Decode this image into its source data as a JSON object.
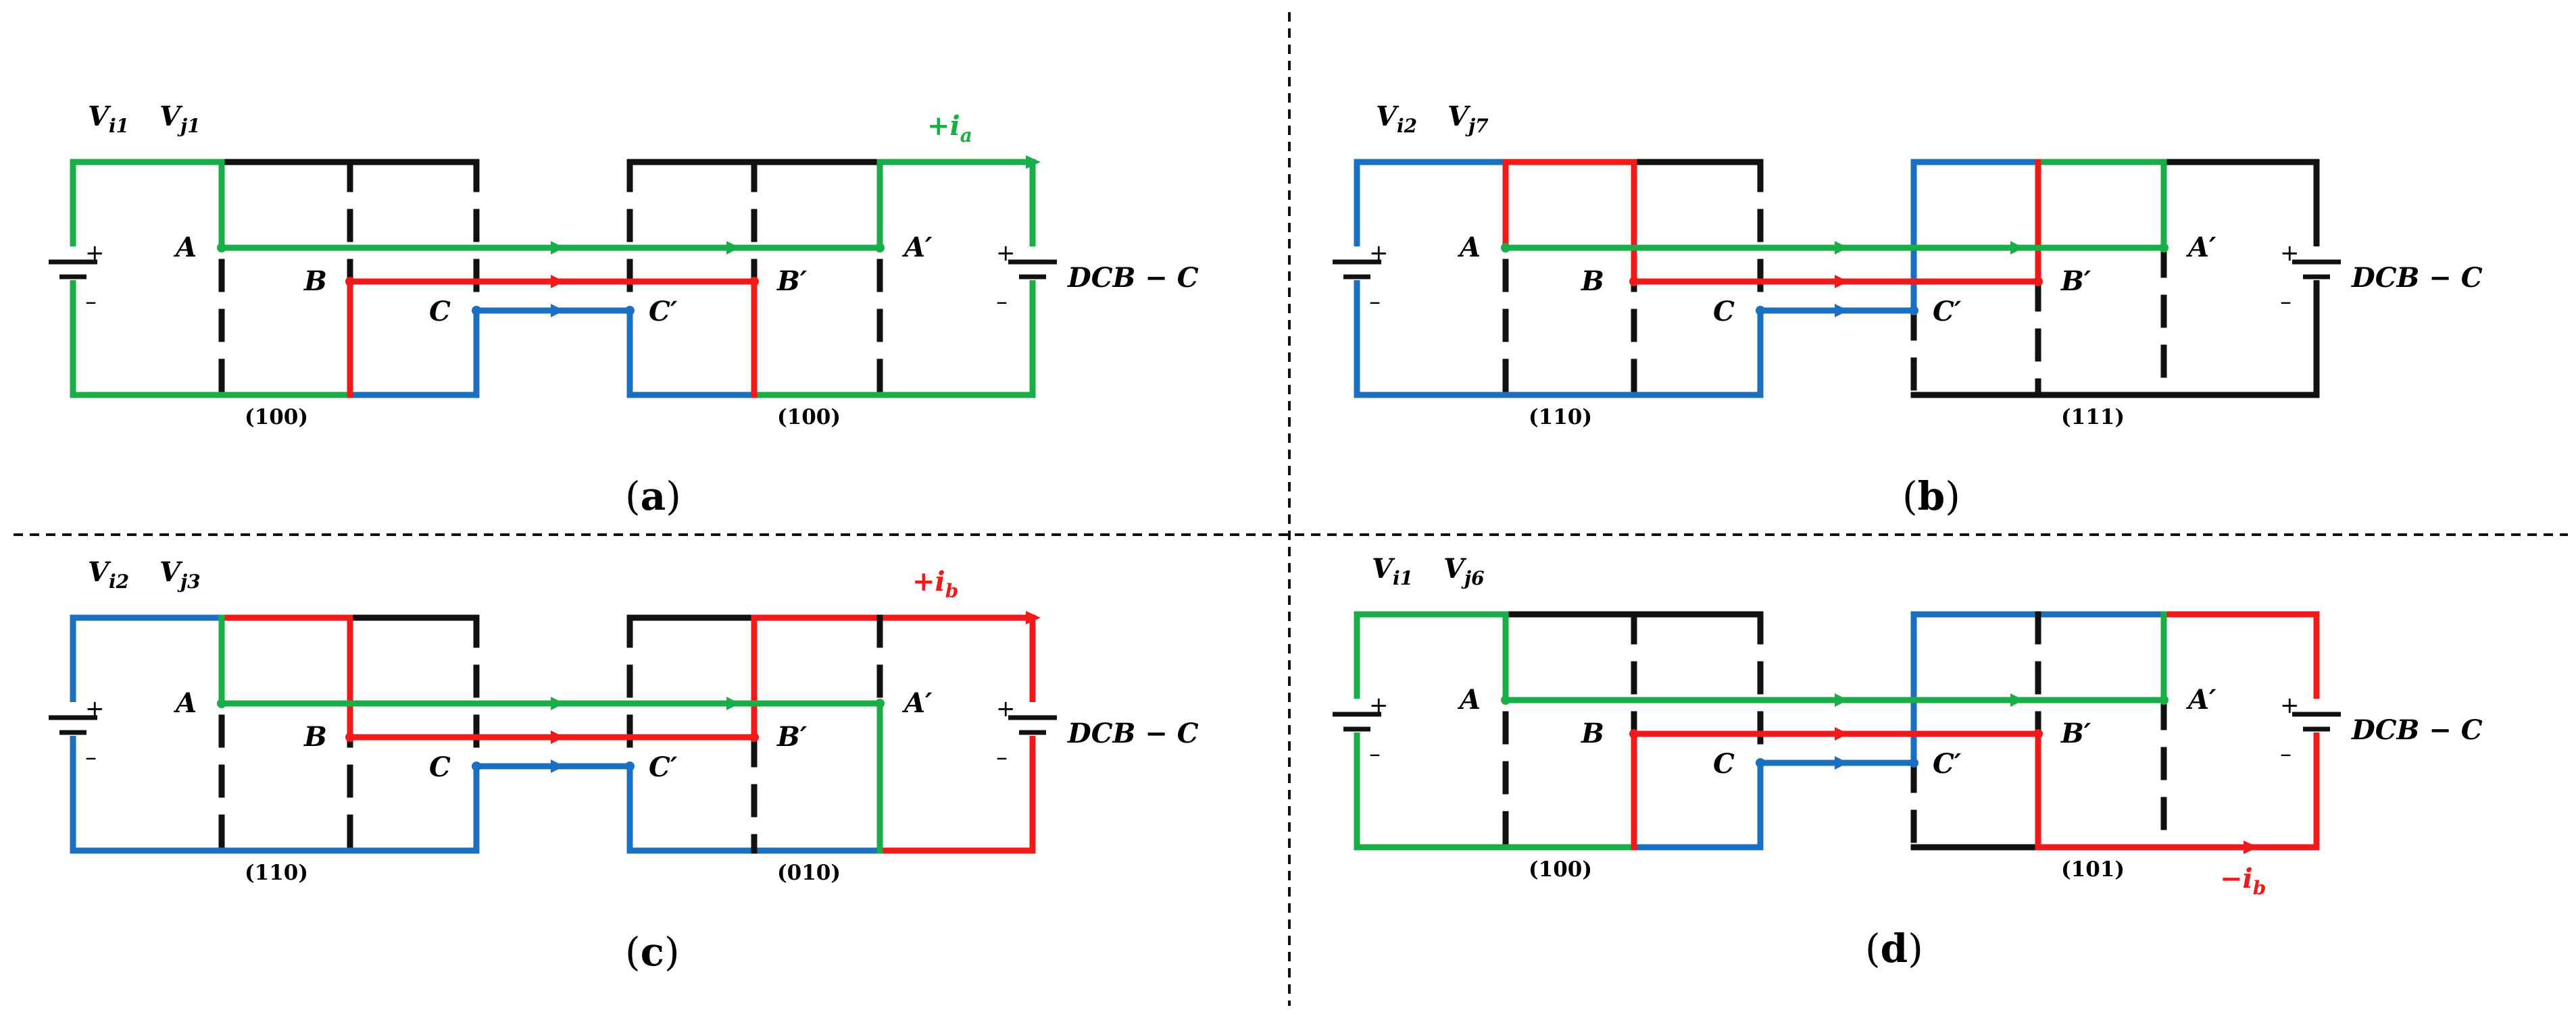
{
  "colors": {
    "green": "#1aae48",
    "red": "#f01a1a",
    "blue": "#1a6fc0",
    "black": "#111111"
  },
  "panels": [
    {
      "id": "a",
      "caption_open": "(",
      "caption_letter": "a",
      "caption_close": ")",
      "title_v1": "V",
      "title_s1": "i1",
      "title_v2": "V",
      "title_s2": "j1",
      "dc_label": "DCB − C",
      "left_code": "(100)",
      "right_code": "(100)",
      "current": {
        "main": "+i",
        "sub": "a",
        "color": "green"
      }
    },
    {
      "id": "b",
      "caption_open": "(",
      "caption_letter": "b",
      "caption_close": ")",
      "title_v1": "V",
      "title_s1": "i2",
      "title_v2": "V",
      "title_s2": "j7",
      "dc_label": "DCB − C",
      "left_code": "(110)",
      "right_code": "(111)",
      "current": null
    },
    {
      "id": "c",
      "caption_open": "(",
      "caption_letter": "c",
      "caption_close": ")",
      "title_v1": "V",
      "title_s1": "i2",
      "title_v2": "V",
      "title_s2": "j3",
      "dc_label": "DCB − C",
      "left_code": "(110)",
      "right_code": "(010)",
      "current": {
        "main": "+i",
        "sub": "b",
        "color": "red"
      }
    },
    {
      "id": "d",
      "caption_open": "(",
      "caption_letter": "d",
      "caption_close": ")",
      "title_v1": "V",
      "title_s1": "i1",
      "title_v2": "V",
      "title_s2": "j6",
      "dc_label": "DCB − C",
      "left_code": "(100)",
      "right_code": "(101)",
      "current": {
        "main": "−i",
        "sub": "b",
        "color": "red"
      }
    }
  ],
  "node_labels": {
    "A": "A",
    "B": "B",
    "C": "C",
    "A_prime": "A′",
    "B_prime": "B′",
    "C_prime": "C′"
  },
  "battery": {
    "plus": "+",
    "minus": "–"
  }
}
